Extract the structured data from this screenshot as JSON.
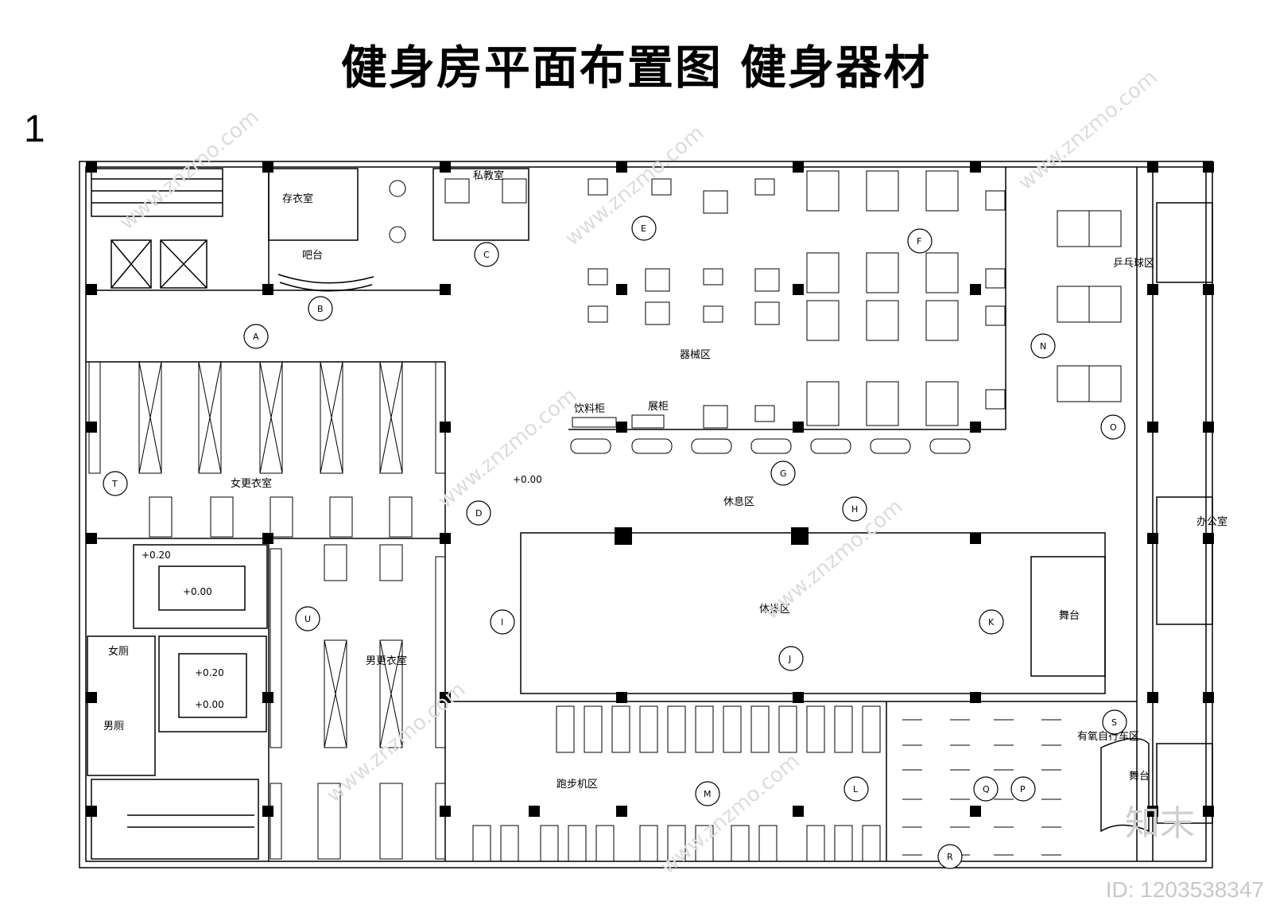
{
  "title": "健身房平面布置图  健身器材",
  "sheet_number": "1",
  "id_text": "ID: 1203538347",
  "watermark": {
    "url": "www.znzmo.com",
    "brand": "知末"
  },
  "rooms": {
    "locker_room_storage": "存衣室",
    "bar": "吧台",
    "private_class": "私教室",
    "equipment_zone": "器械区",
    "beverage_cabinet": "饮料柜",
    "display_cabinet": "展柜",
    "pingpong_zone": "乒乓球区",
    "women_locker": "女更衣室",
    "rest_zone": "休息区",
    "office": "办公室",
    "aerobics_zone": "体操区",
    "stage": "舞台",
    "men_locker": "男更衣室",
    "women_toilet": "女厕",
    "men_toilet": "男厕",
    "treadmill_zone": "跑步机区",
    "cycling_zone": "有氧自行车区",
    "stage2": "舞台"
  },
  "levels": [
    "+0.00",
    "+0.20",
    "+0.00",
    "+0.20",
    "+0.00"
  ],
  "markers": [
    "A",
    "B",
    "C",
    "D",
    "E",
    "F",
    "G",
    "H",
    "I",
    "J",
    "K",
    "L",
    "M",
    "N",
    "O",
    "P",
    "Q",
    "R",
    "S",
    "T",
    "U"
  ],
  "colors": {
    "line": "#000000",
    "watermark": "#d0d0d0"
  }
}
